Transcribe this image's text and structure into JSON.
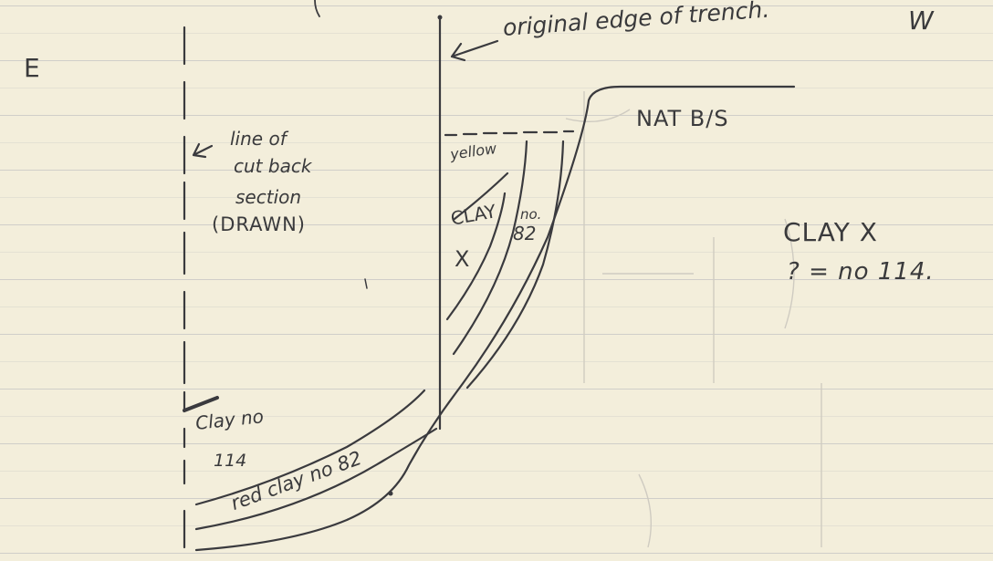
{
  "sketch": {
    "compass_left": "E",
    "compass_right": "W",
    "original_edge_label": "original edge of trench.",
    "cut_back_label_line1": "line of",
    "cut_back_label_line2": "cut back",
    "cut_back_label_line3": "section",
    "cut_back_label_line4": "(DRAWN)",
    "nat_label": "NAT B/S",
    "yellow_label": "yellow",
    "clay_label": "CLAY",
    "clay_x_mark": "X",
    "no82_label_top": "no.",
    "no82_label_bottom": "82",
    "clay114_line1": "Clay no",
    "clay114_line2": "114",
    "red_clay_label": "red clay no 82",
    "note_line1": "CLAY X",
    "note_line2": "? = no 114."
  },
  "colors": {
    "paper": "#f3eedb",
    "ink": "#3a3a3e",
    "rule": "#c9c8c6"
  }
}
